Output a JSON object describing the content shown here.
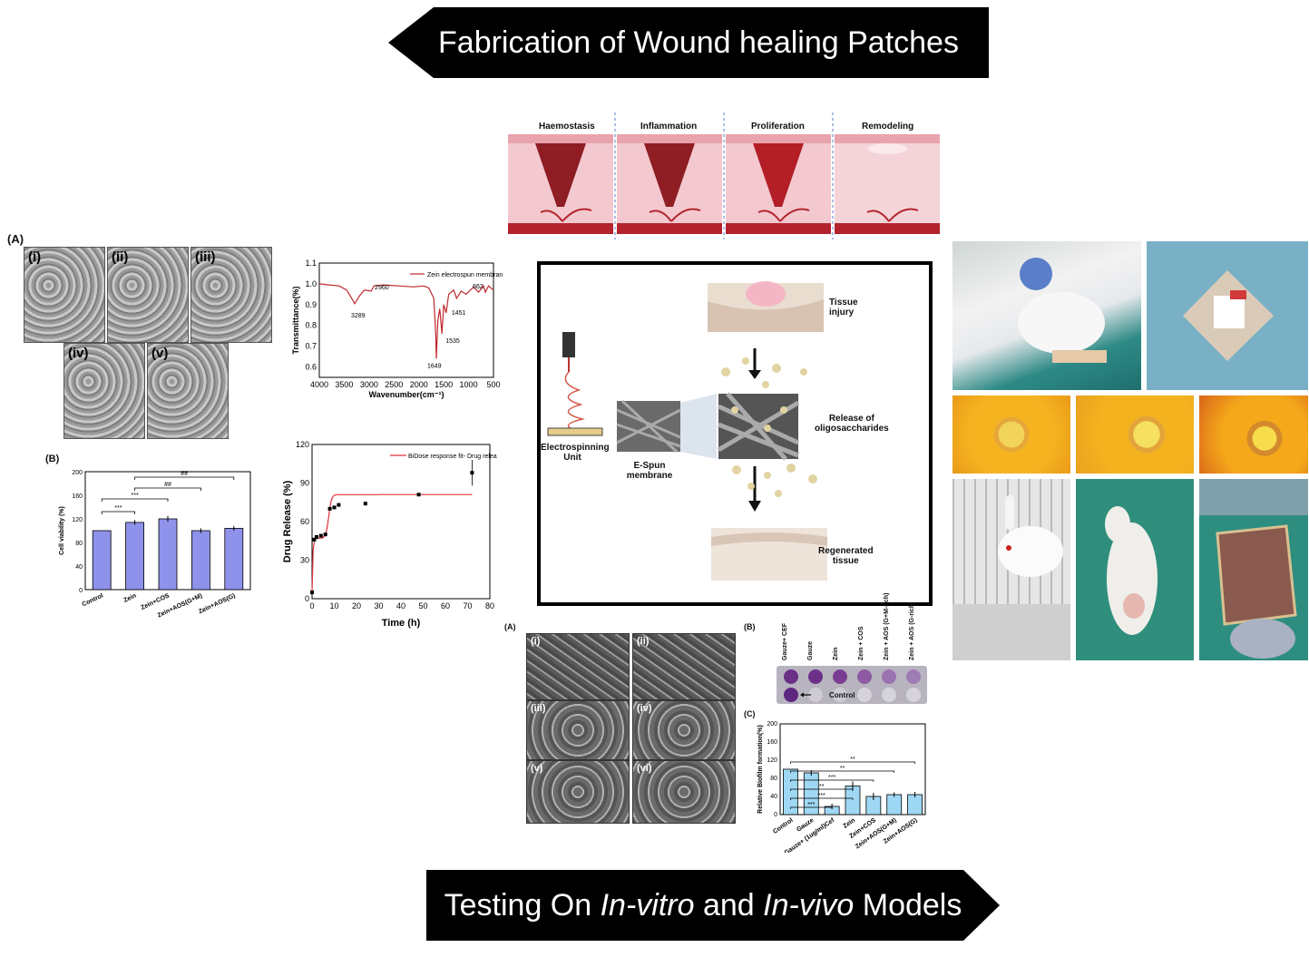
{
  "banners": {
    "top": "Fabrication of Wound healing Patches",
    "bottom_pre": "Testing On ",
    "bottom_it1": "In-vitro",
    "bottom_mid": " and ",
    "bottom_it2": "In-vivo",
    "bottom_post": " Models"
  },
  "phases": [
    "Haemostasis",
    "Inflammation",
    "Proliferation",
    "Remodeling"
  ],
  "cell_panel": {
    "label_a": "(A)",
    "images": [
      "(i)",
      "(ii)",
      "(iii)",
      "(iv)",
      "(v)"
    ]
  },
  "ftir": {
    "legend": "Zein electrospun membrane",
    "ylabel": "Transmittance(%)",
    "xlabel": "Wavenumber(cm⁻¹)",
    "peaks": [
      "3289",
      "2960",
      "1649",
      "1535",
      "1451",
      "662"
    ]
  },
  "viability": {
    "label_b": "(B)",
    "sig": [
      "***",
      "***",
      "##",
      "##"
    ]
  },
  "release": {
    "legend": "BiDose response fit- Drug release"
  },
  "schematic": {
    "tissue_injury": [
      "Tissue",
      "injury"
    ],
    "release": [
      "Release of",
      "oligosaccharides"
    ],
    "regenerated": [
      "Regenerated",
      "tissue"
    ],
    "unit": [
      "Electrospinning",
      "Unit"
    ],
    "membrane": [
      "E-Spun",
      "membrane"
    ]
  },
  "sem_panel": {
    "label_a": "(A)",
    "images": [
      "(i)",
      "(ii)",
      "(iii)",
      "(iv)",
      "(v)",
      "(vi)"
    ]
  },
  "biofilm_plate": {
    "label_b": "(B)",
    "columns": [
      "Gauze+ CEF",
      "Gauze",
      "Zein",
      "Zein + COS",
      "Zein + AOS (G+M-rich)",
      "Zein + AOS (G-rich)"
    ],
    "control": "Control"
  },
  "biofilm_chart_meta": {
    "label_c": "(C)",
    "sig": [
      "***",
      "***",
      "**",
      "***",
      "**",
      "**"
    ]
  },
  "chart_data": [
    {
      "type": "line",
      "title": "",
      "xlabel": "Wavenumber(cm⁻¹)",
      "ylabel": "Transmittance(%)",
      "xlim": [
        4000,
        500
      ],
      "ylim": [
        0.55,
        1.1
      ],
      "xticks": [
        4000,
        3500,
        3000,
        2500,
        2000,
        1500,
        1000,
        500
      ],
      "yticks": [
        0.6,
        0.7,
        0.8,
        0.9,
        1.0,
        1.1
      ],
      "series": [
        {
          "name": "Zein electrospun membrane",
          "x": [
            4000,
            3800,
            3600,
            3450,
            3350,
            3289,
            3200,
            3100,
            2960,
            2900,
            2700,
            2400,
            2100,
            1900,
            1800,
            1700,
            1660,
            1649,
            1620,
            1580,
            1535,
            1500,
            1451,
            1400,
            1300,
            1240,
            1150,
            1050,
            900,
            800,
            700,
            662,
            600,
            500
          ],
          "y": [
            1.0,
            0.995,
            0.99,
            0.97,
            0.93,
            0.905,
            0.94,
            0.97,
            0.965,
            0.99,
            0.995,
            0.99,
            0.985,
            0.99,
            0.98,
            0.93,
            0.75,
            0.64,
            0.82,
            0.88,
            0.76,
            0.9,
            0.86,
            0.95,
            0.97,
            0.93,
            0.965,
            0.95,
            0.985,
            0.96,
            0.99,
            0.96,
            0.99,
            0.97
          ]
        }
      ]
    },
    {
      "type": "bar",
      "title": "",
      "xlabel": "",
      "ylabel": "Cell viability (%)",
      "ylim": [
        0,
        200
      ],
      "yticks": [
        0,
        40,
        80,
        120,
        160,
        200
      ],
      "categories": [
        "Control",
        "Zein",
        "Zein+COS",
        "Zein+AOS(G+M)",
        "Zein+AOS(G)"
      ],
      "values": [
        100,
        114,
        120,
        100,
        104
      ],
      "errors": [
        0,
        4,
        5,
        4,
        4
      ]
    },
    {
      "type": "scatter",
      "title": "",
      "xlabel": "Time (h)",
      "ylabel": "Drug Release (%)",
      "xlim": [
        0,
        80
      ],
      "ylim": [
        0,
        120
      ],
      "xticks": [
        0,
        10,
        20,
        30,
        40,
        50,
        60,
        70,
        80
      ],
      "yticks": [
        0,
        30,
        60,
        90,
        120
      ],
      "series": [
        {
          "name": "BiDose response fit- Drug release",
          "x": [
            0,
            1,
            2,
            4,
            6,
            8,
            10,
            12,
            24,
            48,
            72
          ],
          "y": [
            5,
            46,
            48,
            49,
            50,
            70,
            71,
            73,
            74,
            81,
            98
          ]
        }
      ],
      "fit_plateau": 81
    },
    {
      "type": "bar",
      "title": "",
      "xlabel": "",
      "ylabel": "Relative Biofilm formation(%)",
      "ylim": [
        0,
        200
      ],
      "yticks": [
        0,
        40,
        80,
        120,
        160,
        200
      ],
      "categories": [
        "Control",
        "Gauze",
        "Gauze+ (1ug/ml)Cef",
        "Zein",
        "Zein+COS",
        "Zein+AOS(G+M)",
        "Zein+AOS(G)"
      ],
      "values": [
        100,
        92,
        18,
        63,
        40,
        44,
        44
      ],
      "errors": [
        0,
        6,
        6,
        10,
        8,
        5,
        6
      ]
    }
  ]
}
